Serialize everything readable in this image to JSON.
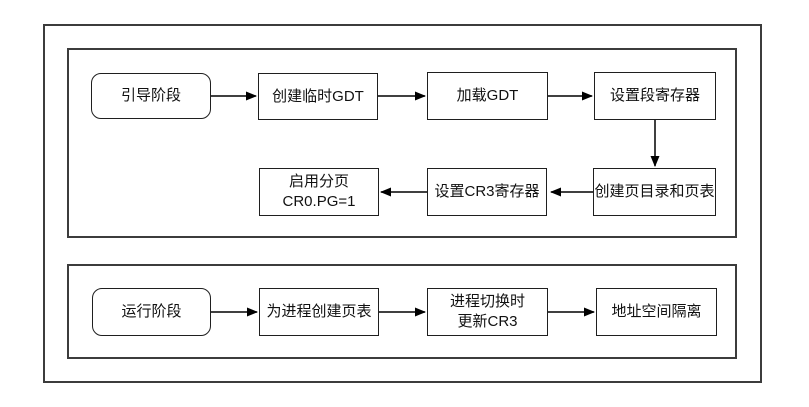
{
  "diagram": {
    "colors": {
      "stroke": "#1f1f1f",
      "frame_stroke": "#3c3c3c",
      "arrow": "#000000",
      "node_fill": "#ffffff",
      "background": "#ffffff"
    },
    "boot": {
      "phase": "引导阶段",
      "create_temp_gdt": "创建临时GDT",
      "load_gdt": "加载GDT",
      "set_segment_registers": "设置段寄存器",
      "create_page_directory": "创建页目录和页表",
      "set_cr3": "设置CR3寄存器",
      "enable_paging": {
        "line1": "启用分页",
        "line2": "CR0.PG=1"
      }
    },
    "runtime": {
      "phase": "运行阶段",
      "create_process_page_table": "为进程创建页表",
      "process_switch": {
        "line1": "进程切换时",
        "line2": "更新CR3"
      },
      "address_space_isolation": "地址空间隔离"
    }
  }
}
